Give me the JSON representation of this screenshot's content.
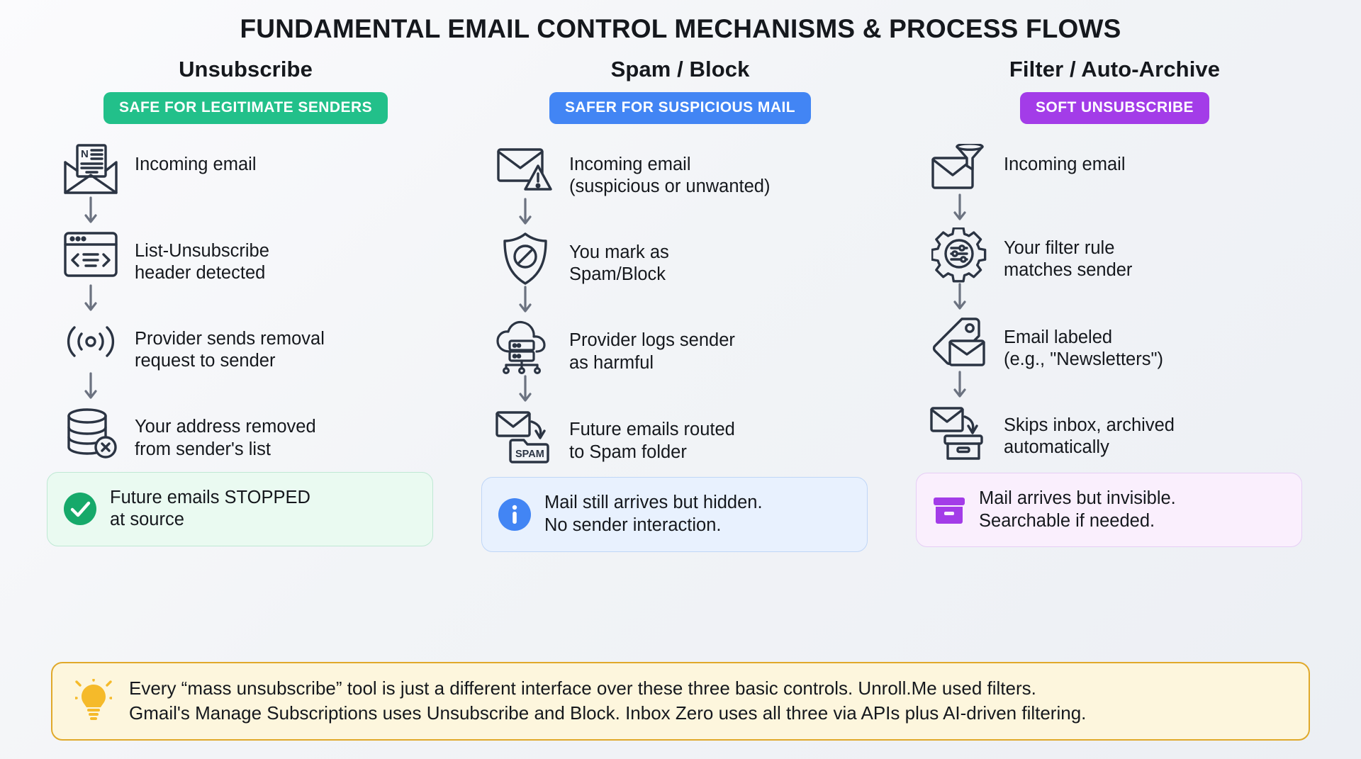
{
  "title": "FUNDAMENTAL EMAIL CONTROL MECHANISMS & PROCESS FLOWS",
  "colors": {
    "green": "#22c08a",
    "blue": "#4285f4",
    "purple": "#a33ce8",
    "note_border": "#e0a92a",
    "note_bg": "#fdf6dd",
    "ink": "#2b3443"
  },
  "columns": [
    {
      "heading": "Unsubscribe",
      "badge": "SAFE FOR LEGITIMATE SENDERS",
      "badge_color": "#22c08a",
      "steps": [
        {
          "icon": "newsletter-envelope-icon",
          "text": "Incoming email"
        },
        {
          "icon": "code-window-icon",
          "text": "List-Unsubscribe\nheader detected"
        },
        {
          "icon": "broadcast-signal-icon",
          "text": "Provider sends removal\nrequest to sender"
        },
        {
          "icon": "database-remove-icon",
          "text": "Your address removed\nfrom sender's list"
        }
      ],
      "callout": {
        "icon": "check-circle-icon",
        "text": "Future emails STOPPED\nat source",
        "bg": "#eafaf1",
        "border": "#bfe8d4",
        "accent": "#16a96a"
      }
    },
    {
      "heading": "Spam / Block",
      "badge": "SAFER FOR SUSPICIOUS MAIL",
      "badge_color": "#4285f4",
      "steps": [
        {
          "icon": "envelope-warning-icon",
          "text": "Incoming email\n(suspicious or unwanted)"
        },
        {
          "icon": "shield-block-icon",
          "text": "You mark as\nSpam/Block"
        },
        {
          "icon": "cloud-server-icon",
          "text": "Provider logs sender\nas harmful"
        },
        {
          "icon": "envelope-to-spam-folder-icon",
          "text": "Future emails routed\nto Spam folder"
        }
      ],
      "callout": {
        "icon": "info-circle-icon",
        "text": "Mail still arrives but hidden.\nNo sender interaction.",
        "bg": "#e8f1fe",
        "border": "#bfd6f7",
        "accent": "#4285f4"
      }
    },
    {
      "heading": "Filter / Auto-Archive",
      "badge": "SOFT UNSUBSCRIBE",
      "badge_color": "#a33ce8",
      "steps": [
        {
          "icon": "envelope-funnel-icon",
          "text": "Incoming email"
        },
        {
          "icon": "gear-settings-icon",
          "text": "Your filter rule\nmatches sender"
        },
        {
          "icon": "tag-envelope-icon",
          "text": "Email labeled\n(e.g., \"Newsletters\")"
        },
        {
          "icon": "envelope-to-archive-box-icon",
          "text": "Skips inbox, archived\nautomatically"
        }
      ],
      "callout": {
        "icon": "archive-box-icon",
        "text": "Mail arrives but invisible.\nSearchable if needed.",
        "bg": "#faeffd",
        "border": "#e6cef5",
        "accent": "#a33ce8"
      }
    }
  ],
  "note": {
    "icon": "lightbulb-icon",
    "text": "Every “mass unsubscribe” tool is just a different interface over these three basic controls. Unroll.Me used filters.\nGmail's Manage Subscriptions uses Unsubscribe and Block. Inbox Zero uses all three via APIs plus AI-driven filtering."
  },
  "spam_folder_label": "SPAM",
  "newsletter_letter": "N"
}
